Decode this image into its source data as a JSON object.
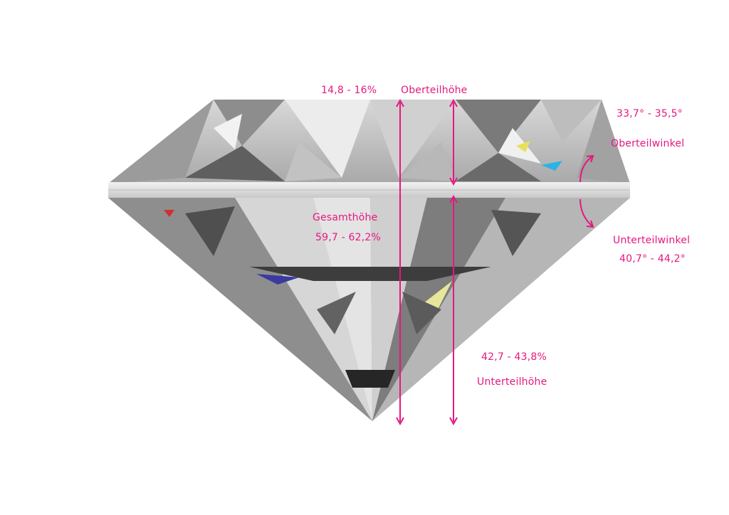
{
  "accent_color": "#e6177f",
  "diamond_colors": {
    "light": "#e3e3e3",
    "mid": "#b4b4b4",
    "dark": "#5a5a5a",
    "darkest": "#2f2f2f"
  },
  "measurements": {
    "crown_height": {
      "label": "Oberteilhöhe",
      "value": "14,8 - 16%"
    },
    "total_height": {
      "label": "Gesamthöhe",
      "value": "59,7 - 62,2%"
    },
    "crown_angle": {
      "label": "Oberteilwinkel",
      "value": "33,7° - 35,5°"
    },
    "pavilion_angle": {
      "label": "Unterteilwinkel",
      "value": "40,7° - 44,2°"
    },
    "pavilion_depth": {
      "label": "Unterteilhöhe",
      "value": "42,7 - 43,8%"
    }
  }
}
